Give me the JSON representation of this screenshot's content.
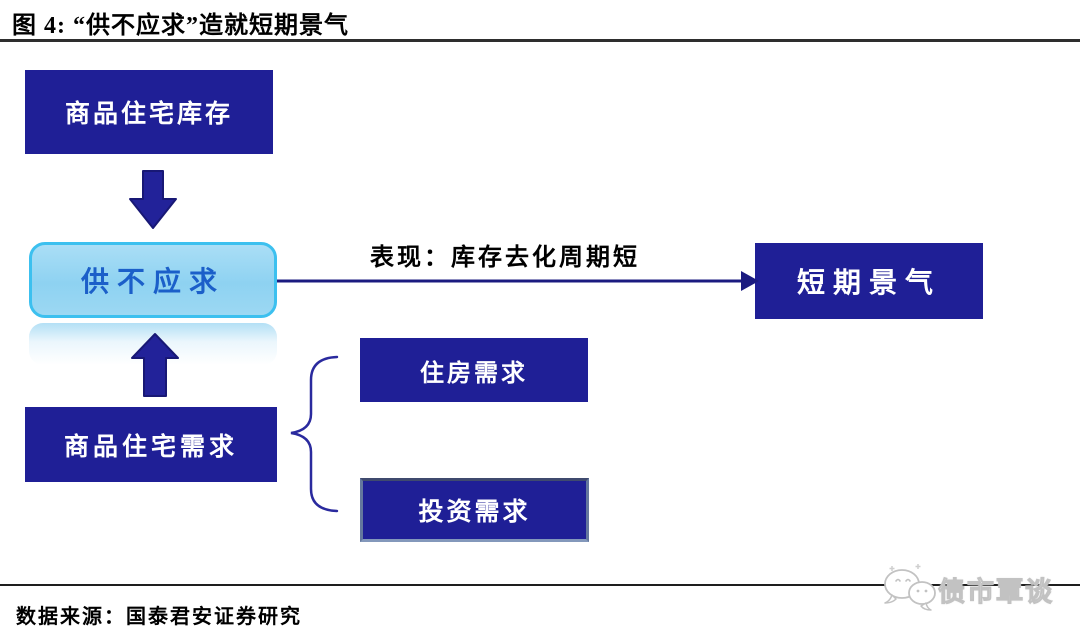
{
  "figure": {
    "title": "图 4: “供不应求”造就短期景气"
  },
  "diagram": {
    "nodes": {
      "inventory": "商品住宅库存",
      "shortage": "供不应求",
      "short_term_boom": "短期景气",
      "demand": "商品住宅需求",
      "housing_demand": "住房需求",
      "investment_demand": "投资需求"
    },
    "arrow_label": "表现：库存去化周期短",
    "icons": {
      "down_arrow": "arrow-down",
      "up_arrow": "arrow-up",
      "flow_arrow": "arrow-right",
      "brace": "left-curly-brace"
    }
  },
  "footer": {
    "source": "数据来源：国泰君安证券研究",
    "watermark_text": "债市覃谈",
    "watermark_icon": "wechat-chat-bubbles-icon"
  },
  "colors": {
    "navy_box": "#1f1f96",
    "navy_arrow": "#222299",
    "light_blue_fill": "#9ad5f2",
    "cyan_border": "#3cc0ef",
    "blue_text": "#1b5fc9",
    "rule": "#2e2e2e",
    "watermark_gray": "#c2c2c2"
  }
}
